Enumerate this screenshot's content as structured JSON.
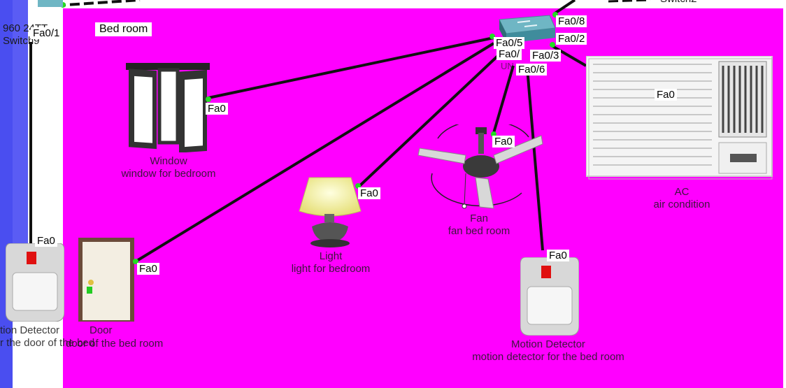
{
  "room": {
    "title": "Bed room"
  },
  "left_switch": {
    "name_top": "960 24TT",
    "name_bottom": "Switch9",
    "port": "Fa0/1"
  },
  "top_switch": {
    "name": "Switch2"
  },
  "center_switch": {
    "ports": [
      "Fa0/8",
      "Fa0/2",
      "Fa0/5",
      "Fa0/",
      "Fa0/3",
      "Fa0/6"
    ],
    "partial_label": "UN"
  },
  "devices": {
    "window": {
      "port": "Fa0",
      "name": "Window",
      "desc": "window for bedroom"
    },
    "ac": {
      "port": "Fa0",
      "name": "AC",
      "desc": "air condition"
    },
    "fan": {
      "port": "Fa0",
      "name": "Fan",
      "desc": "fan bed room"
    },
    "light": {
      "port": "Fa0",
      "name": "Light",
      "desc": "light for bedroom"
    },
    "door": {
      "port": "Fa0",
      "name": "Door",
      "desc": "door of the bed room"
    },
    "motion_left": {
      "port": "Fa0",
      "name": "tion Detector",
      "desc": "r the door of the bed"
    },
    "motion_right": {
      "port": "Fa0",
      "name": "Motion Detector",
      "desc": "motion detector for the bed room"
    }
  },
  "colors": {
    "room": "#ff00ff",
    "wire": "#111111",
    "link_dot": "#22dd22"
  }
}
